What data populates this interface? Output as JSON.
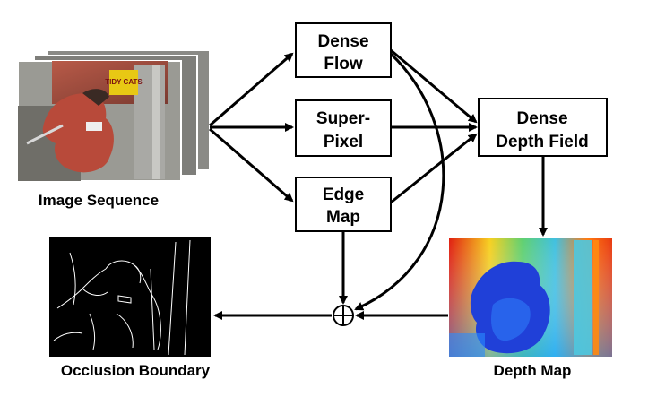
{
  "diagram": {
    "nodes": {
      "dense_flow": {
        "line1": "Dense",
        "line2": "Flow"
      },
      "super_pixel": {
        "line1": "Super-",
        "line2": "Pixel"
      },
      "edge_map": {
        "line1": "Edge",
        "line2": "Map"
      },
      "dense_depth_field": {
        "line1": "Dense",
        "line2": "Depth Field"
      }
    },
    "captions": {
      "image_sequence": "Image Sequence",
      "occlusion_boundary": "Occlusion Boundary",
      "depth_map": "Depth Map"
    },
    "photo_sign_text": "TIDY CATS",
    "combine_symbol": "⊕"
  }
}
